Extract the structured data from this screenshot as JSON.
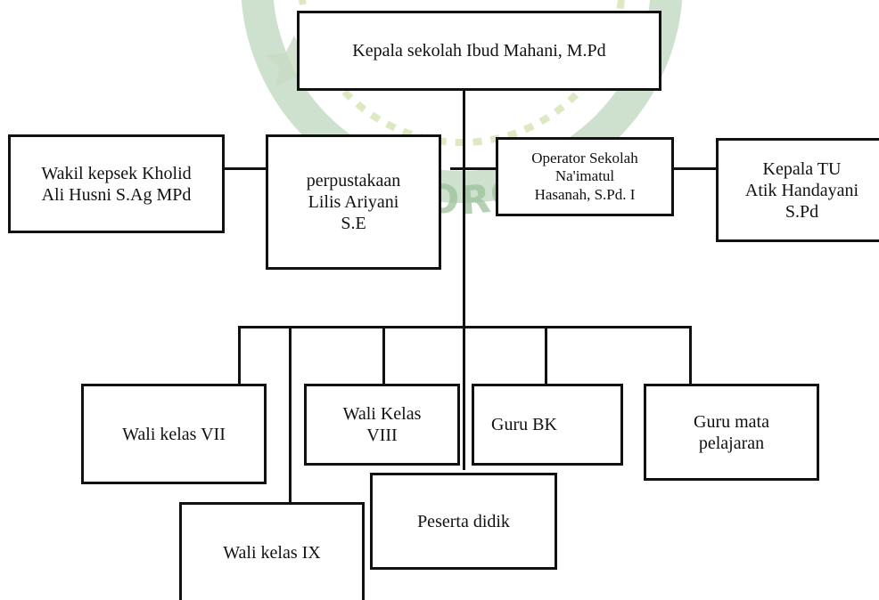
{
  "watermark": {
    "text": "PONOROGO",
    "colors": {
      "ring": "#a6c7a6",
      "text": "#9cc29c",
      "accent": "#cde0a8"
    }
  },
  "org_chart": {
    "head": {
      "lines": [
        "Kepala sekolah Ibud Mahani, M.Pd"
      ]
    },
    "deputy": {
      "lines": [
        "Wakil kepsek  Kholid",
        "Ali Husni S.Ag MPd"
      ]
    },
    "library": {
      "lines": [
        "perpustakaan",
        "Lilis Ariyani",
        "S.E"
      ]
    },
    "operator": {
      "lines": [
        "Operator Sekolah",
        "Na'imatul",
        "Hasanah, S.Pd. I"
      ]
    },
    "admin_head": {
      "lines": [
        "Kepala TU",
        "Atik Handayani",
        "S.Pd"
      ]
    },
    "homeroom_7": {
      "lines": [
        "Wali kelas VII"
      ]
    },
    "homeroom_8": {
      "lines": [
        "Wali Kelas",
        "VIII"
      ]
    },
    "counselor": {
      "lines": [
        "Guru BK"
      ]
    },
    "subject_teachers": {
      "lines": [
        "Guru mata",
        "pelajaran"
      ]
    },
    "students": {
      "lines": [
        "Peserta didik"
      ]
    },
    "homeroom_9": {
      "lines": [
        "Wali kelas IX"
      ]
    }
  }
}
